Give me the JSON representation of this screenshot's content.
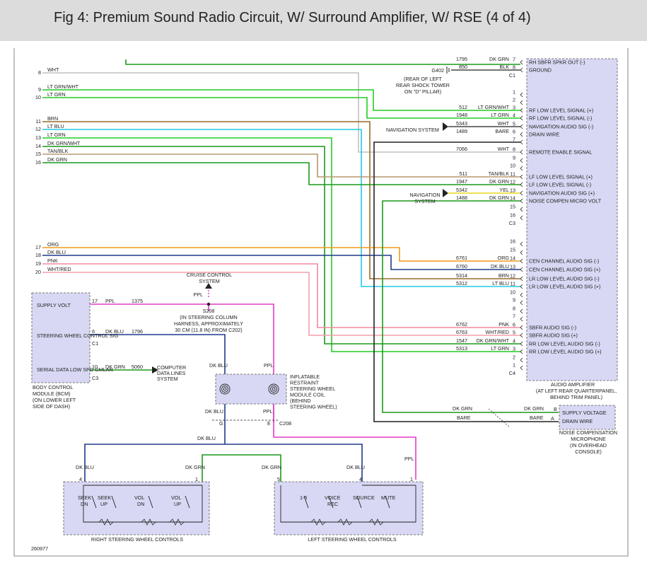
{
  "title": "Fig 4: Premium Sound Radio Circuit, W/ Surround Amplifier, W/ RSE (4 of 4)",
  "doc_number": "260977",
  "colors": {
    "dk_grn": "#1a9a1a",
    "lt_grn": "#22cc22",
    "lt_blu": "#22c8e8",
    "dk_blu": "#1e3a8c",
    "brn": "#9a6a2a",
    "tan_blk": "#b89870",
    "org": "#f09a1a",
    "pnk": "#f28aa0",
    "wht_red": "#f2a0a8",
    "ppl": "#e23cc8",
    "wht": "#c0c0c0",
    "yel": "#e8d81a",
    "black": "#222222",
    "module_fill": "#d8d8f4"
  },
  "left_pins": [
    {
      "pin": "8",
      "color": "WHT"
    },
    {
      "pin": "9",
      "color": "LT GRN/WHT"
    },
    {
      "pin": "10",
      "color": "LT GRN"
    },
    {
      "pin": "11",
      "color": "BRN"
    },
    {
      "pin": "12",
      "color": "LT BLU"
    },
    {
      "pin": "13",
      "color": "LT GRN"
    },
    {
      "pin": "14",
      "color": "DK GRN/WHT"
    },
    {
      "pin": "15",
      "color": "TAN/BLK"
    },
    {
      "pin": "16",
      "color": "DK GRN"
    },
    {
      "pin": "17",
      "color": "ORG"
    },
    {
      "pin": "18",
      "color": "DK BLU"
    },
    {
      "pin": "19",
      "color": "PNK"
    },
    {
      "pin": "20",
      "color": "WHT/RED"
    }
  ],
  "amp_wires": [
    {
      "circuit": "1795",
      "color": "DK GRN",
      "pin": "7",
      "label": "RH SBFR SPKR OUT (-)"
    },
    {
      "circuit": "850",
      "color": "BLK",
      "pin": "8",
      "label": "GROUND"
    },
    {
      "circuit": "",
      "color": "",
      "pin": "1",
      "label": ""
    },
    {
      "circuit": "",
      "color": "",
      "pin": "2",
      "label": ""
    },
    {
      "circuit": "512",
      "color": "LT GRN/WHT",
      "pin": "3",
      "label": "RF LOW LEVEL SIGNAL (+)"
    },
    {
      "circuit": "1948",
      "color": "LT GRN",
      "pin": "4",
      "label": "RF LOW LEVEL SIGNAL (-)"
    },
    {
      "circuit": "5343",
      "color": "WHT",
      "pin": "5",
      "label": "NAVIGATION AUDIO SIG (-)"
    },
    {
      "circuit": "1489",
      "color": "BARE",
      "pin": "6",
      "label": "DRAIN WIRE"
    },
    {
      "circuit": "",
      "color": "",
      "pin": "7",
      "label": ""
    },
    {
      "circuit": "7066",
      "color": "WHT",
      "pin": "8",
      "label": "REMOTE ENABLE SIGNAL"
    },
    {
      "circuit": "",
      "color": "",
      "pin": "9",
      "label": ""
    },
    {
      "circuit": "",
      "color": "",
      "pin": "10",
      "label": ""
    },
    {
      "circuit": "511",
      "color": "TAN/BLK",
      "pin": "11",
      "label": "LF LOW LEVEL SIGNAL (+)"
    },
    {
      "circuit": "1947",
      "color": "DK GRN",
      "pin": "12",
      "label": "LF LOW LEVEL SIGNAL (-)"
    },
    {
      "circuit": "5342",
      "color": "YEL",
      "pin": "13",
      "label": "NAVIGATION AUDIO SIG (+)"
    },
    {
      "circuit": "1488",
      "color": "DK GRN",
      "pin": "14",
      "label": "NOISE COMPEN MICRO VOLT"
    },
    {
      "circuit": "",
      "color": "",
      "pin": "15",
      "label": ""
    },
    {
      "circuit": "",
      "color": "",
      "pin": "16",
      "label": ""
    },
    {
      "circuit": "",
      "color": "",
      "pin": "16",
      "label": ""
    },
    {
      "circuit": "",
      "color": "",
      "pin": "15",
      "label": ""
    },
    {
      "circuit": "6761",
      "color": "ORG",
      "pin": "14",
      "label": "CEN CHANNEL AUDIO SIG (-)"
    },
    {
      "circuit": "6760",
      "color": "DK BLU",
      "pin": "13",
      "label": "CEN CHANNEL AUDIO SIG (+)"
    },
    {
      "circuit": "5314",
      "color": "BRN",
      "pin": "12",
      "label": "LR LOW LEVEL AUDIO SIG (-)"
    },
    {
      "circuit": "5312",
      "color": "LT BLU",
      "pin": "11",
      "label": "LR LOW LEVEL AUDIO SIG (+)"
    },
    {
      "circuit": "",
      "color": "",
      "pin": "10",
      "label": ""
    },
    {
      "circuit": "",
      "color": "",
      "pin": "9",
      "label": ""
    },
    {
      "circuit": "",
      "color": "",
      "pin": "8",
      "label": ""
    },
    {
      "circuit": "",
      "color": "",
      "pin": "7",
      "label": ""
    },
    {
      "circuit": "6762",
      "color": "PNK",
      "pin": "6",
      "label": "SBFR AUDIO SIG (-)"
    },
    {
      "circuit": "6763",
      "color": "WHT/RED",
      "pin": "5",
      "label": "SBFR AUDIO SIG (+)"
    },
    {
      "circuit": "1547",
      "color": "DK GRN/WHT",
      "pin": "4",
      "label": "RR LOW LEVEL AUDIO SIG (-)"
    },
    {
      "circuit": "5313",
      "color": "LT GRN",
      "pin": "3",
      "label": "RR LOW LEVEL AUDIO SIG (+)"
    },
    {
      "circuit": "",
      "color": "",
      "pin": "2",
      "label": ""
    },
    {
      "circuit": "",
      "color": "",
      "pin": "1",
      "label": ""
    }
  ],
  "connectors": {
    "c1": "C1",
    "c3": "C3",
    "c4": "C4",
    "c208": "C208"
  },
  "ground": {
    "name": "G402",
    "location": [
      "(REAR OF LEFT",
      "REAR SHOCK TOWER",
      "ON \"D\" PILLAR)"
    ]
  },
  "navigation_system": "NAVIGATION SYSTEM",
  "navigation_system_lines": [
    "NAVIGATION",
    "SYSTEM"
  ],
  "amplifier": {
    "name": [
      "AUDIO AMPLIFIER",
      "(AT LEFT REAR QUARTERPANEL,",
      "BEHIND TRIM PANEL)"
    ]
  },
  "bcm": {
    "pins": [
      {
        "label": "SUPPLY VOLT",
        "pin": "17",
        "color": "PPL",
        "circuit": "1375"
      },
      {
        "label": "STEERING WHEEL CONTROL SIG",
        "pin": "6",
        "color": "DK BLU",
        "circuit": "1796"
      },
      {
        "label": "SERIAL DATA LOW SPD GMLAN",
        "pin": "10",
        "color": "DK GRN",
        "circuit": "5060"
      }
    ],
    "connector_c1": "C1",
    "connector_c3": "C3",
    "name": [
      "BODY CONTROL",
      "MODULE (BCM)",
      "(ON LOWER LEFT",
      "SIDE OF DASH)"
    ]
  },
  "computer_data_lines": [
    "COMPUTER",
    "DATA LINES",
    "SYSTEM"
  ],
  "cruise_control": [
    "CRUISE CONTROL",
    "SYSTEM"
  ],
  "s208": {
    "name": "S208",
    "desc": [
      "(IN STEERING COLUMN",
      "HARNESS, APPROXIMATELY",
      "30 CM (11.8 IN) FROM C202)"
    ]
  },
  "coil": {
    "name": [
      "INFLATABLE",
      "RESTRAINT",
      "STEERING WHEEL",
      "MODULE COIL",
      "(BEHIND",
      "STEERING WHEEL)"
    ],
    "pin_g": "G",
    "pin_e": "E",
    "wire_dkblu": "DK BLU",
    "wire_ppl": "PPL"
  },
  "microphone": {
    "pins": [
      {
        "label": "SUPPLY VOLTAGE",
        "pin": "B",
        "color": "DK GRN",
        "amp_color": "DK GRN"
      },
      {
        "label": "DRAIN WIRE",
        "pin": "A",
        "color": "BARE",
        "amp_color": "BARE"
      }
    ],
    "name": [
      "NOISE COMPENSATION",
      "MICROPHONE",
      "(IN OVERHEAD",
      "CONSOLE)"
    ]
  },
  "right_sw": {
    "name": "RIGHT STEERING WHEEL CONTROLS",
    "pin_left": "4",
    "pin_right": "1",
    "wire_left": "DK BLU",
    "wire_right": "DK GRN",
    "switches": [
      [
        "SEEK",
        "DN"
      ],
      [
        "SEEK",
        "UP"
      ],
      [
        "VOL",
        "DN"
      ],
      [
        "VOL",
        "UP"
      ]
    ]
  },
  "left_sw": {
    "name": "LEFT STEERING WHEEL CONTROLS",
    "pins": [
      "5",
      "4",
      "1"
    ],
    "wires": [
      "DK GRN",
      "DK BLU",
      "PPL"
    ],
    "switches": [
      [
        "1-6"
      ],
      [
        "VOICE",
        "REC"
      ],
      [
        "SOURCE"
      ],
      [
        "MUTE"
      ]
    ]
  }
}
